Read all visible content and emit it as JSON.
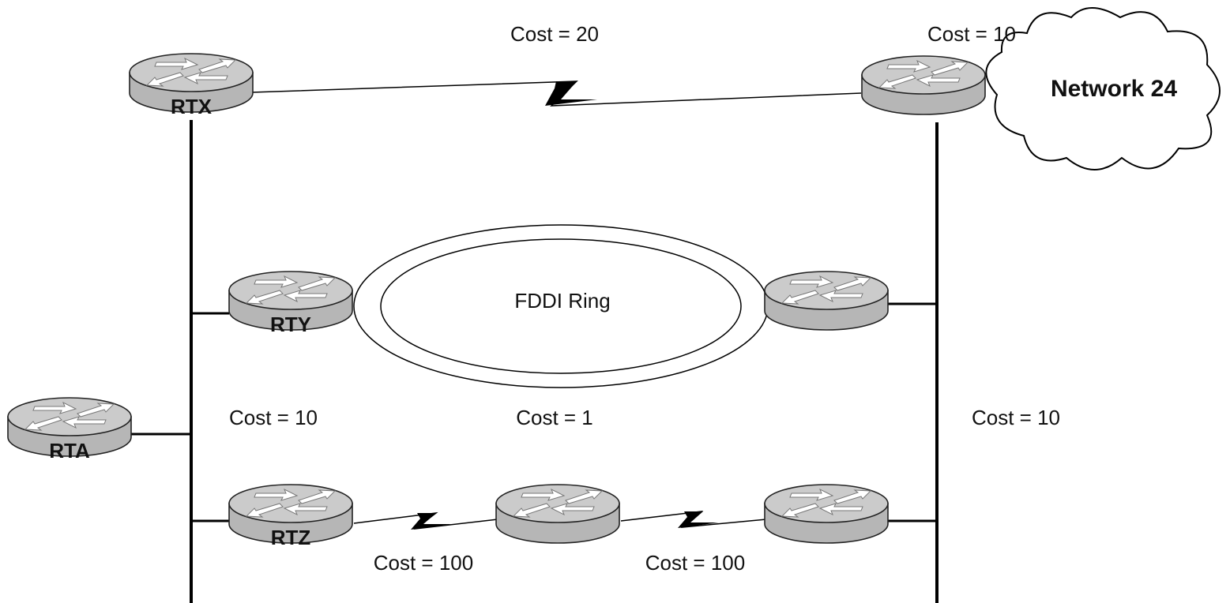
{
  "diagram": {
    "routers": {
      "rtx": "RTX",
      "rty": "RTY",
      "rta": "RTA",
      "rtz": "RTZ"
    },
    "cloud_label": "Network 24",
    "ring_label": "FDDI Ring",
    "costs": {
      "rtx_wan": "Cost = 20",
      "cloud_link": "Cost = 10",
      "left_segment": "Cost = 10",
      "fddi": "Cost = 1",
      "right_segment": "Cost = 10",
      "serial_1": "Cost = 100",
      "serial_2": "Cost = 100"
    },
    "colors": {
      "router_body": "#b8b8b8",
      "router_top": "#c9c9c9",
      "line": "#000000",
      "background": "#ffffff"
    }
  }
}
